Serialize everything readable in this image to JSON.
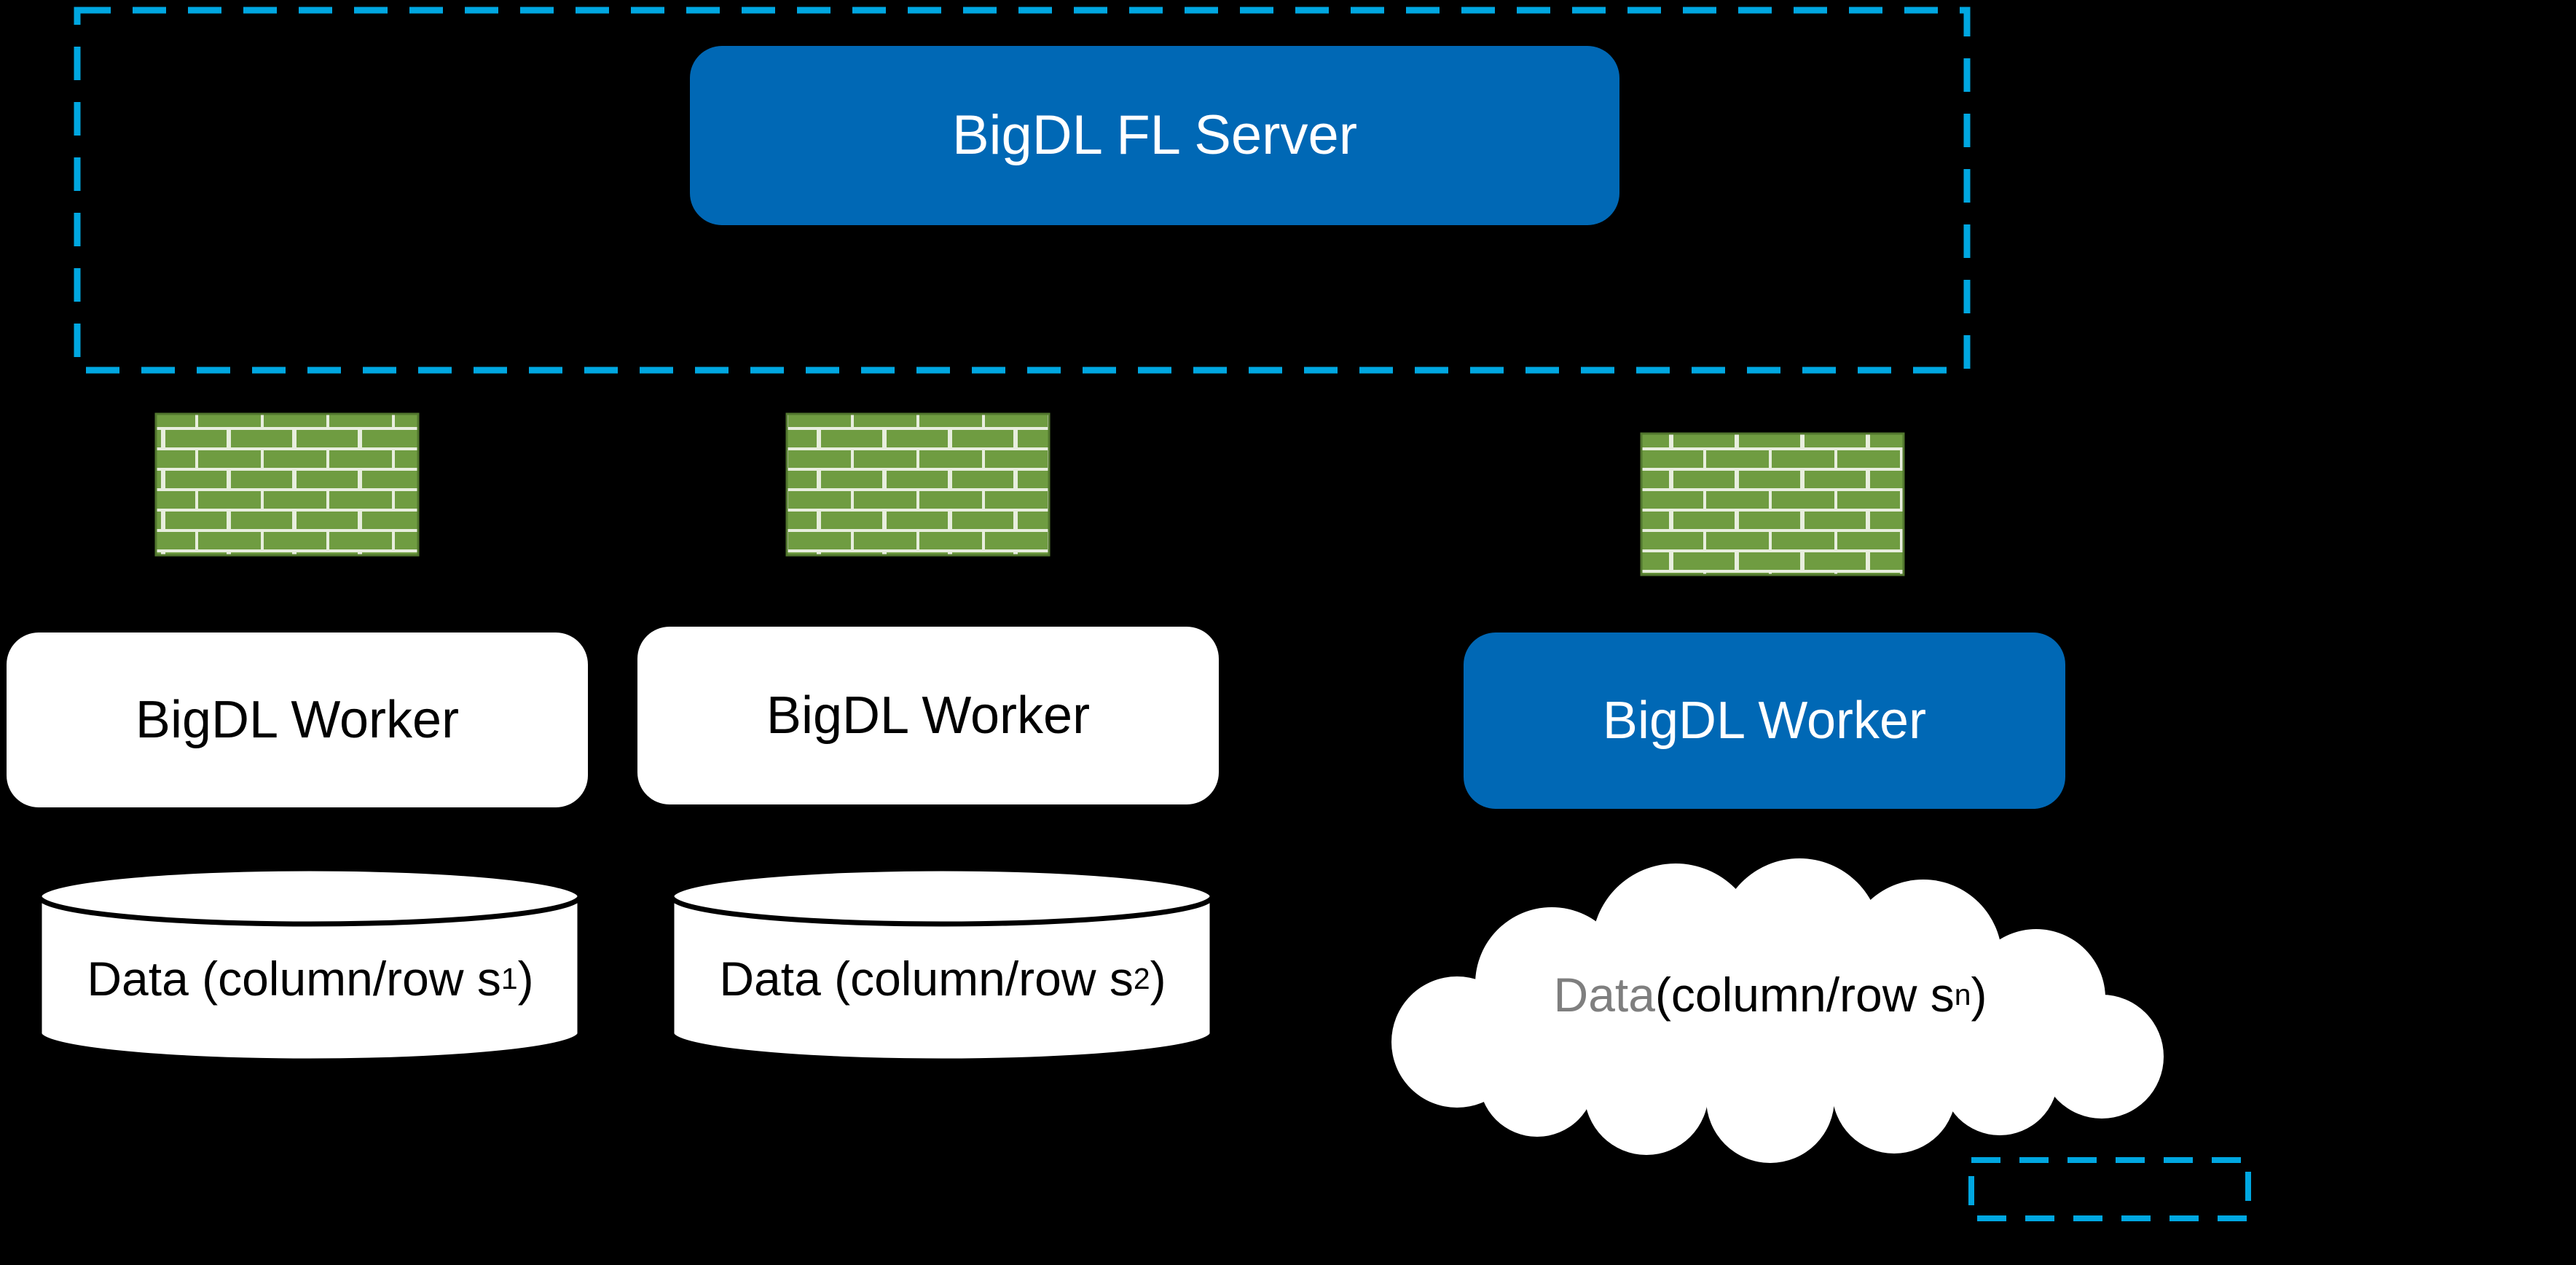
{
  "colors": {
    "background": "#000000",
    "accent_blue": "#0068B5",
    "dashed_cyan": "#00A7E1",
    "brick_green": "#6F9C41",
    "brick_mortar": "#E8EEDE",
    "cloud_data_gray": "#7F7F7F"
  },
  "server": {
    "label": "BigDL FL Server"
  },
  "workers": [
    {
      "label": "BigDL Worker",
      "style": "white"
    },
    {
      "label": "BigDL Worker",
      "style": "white"
    },
    {
      "label": "BigDL Worker",
      "style": "blue"
    }
  ],
  "datastores": [
    {
      "shape": "cylinder",
      "prefix": "Data (column/row s",
      "subscript": "1",
      "suffix": ")"
    },
    {
      "shape": "cylinder",
      "prefix": "Data (column/row s",
      "subscript": "2",
      "suffix": ")"
    },
    {
      "shape": "cloud",
      "prefix": "Data",
      "middle": " (column/row s",
      "subscript": "n",
      "suffix": ")"
    }
  ],
  "icons": [
    {
      "name": "firewall-icon",
      "count": 3
    },
    {
      "name": "dashed-zone-border"
    },
    {
      "name": "legend-dashed-box"
    }
  ]
}
